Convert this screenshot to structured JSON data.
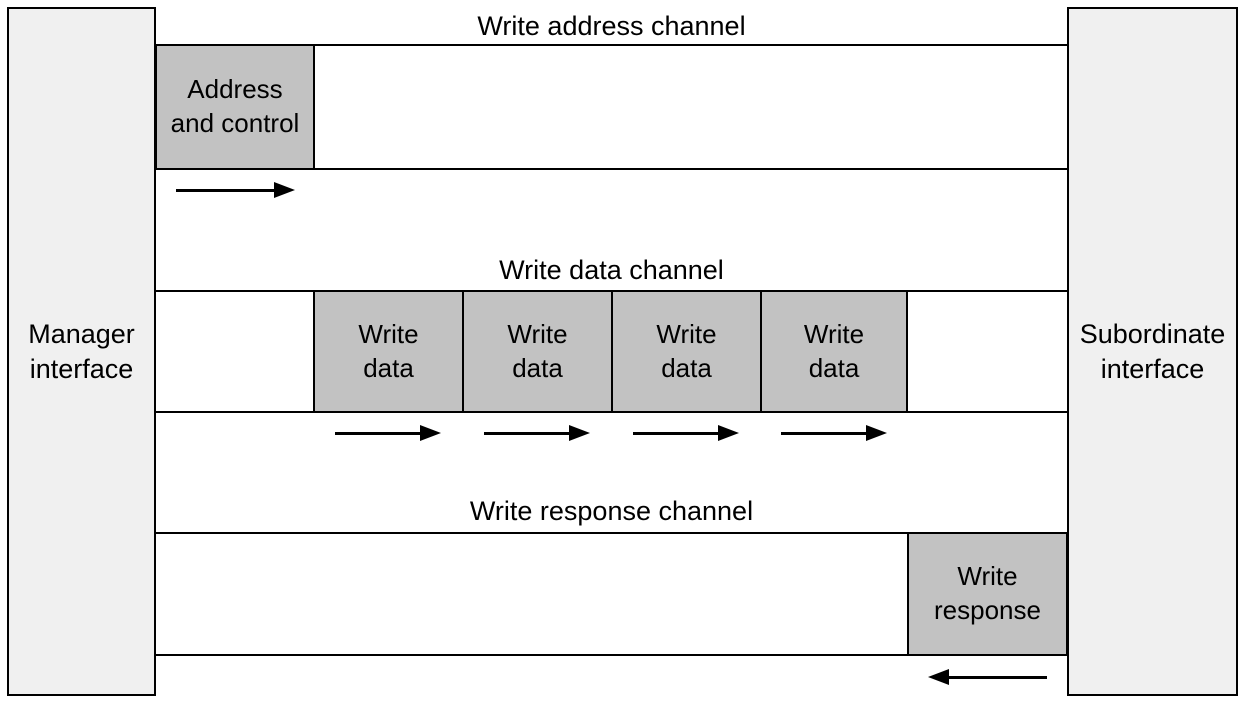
{
  "colors": {
    "background": "#ffffff",
    "channel_box_fill": "#c2c2c2",
    "interface_box_fill": "#f0f0f0",
    "line": "#000000"
  },
  "manager": {
    "lines": [
      "Manager",
      "interface"
    ]
  },
  "subordinate": {
    "lines": [
      "Subordinate",
      "interface"
    ]
  },
  "channels": [
    {
      "title": "Write address channel",
      "direction": "right",
      "boxes": [
        {
          "lines": [
            "Address",
            "and control"
          ]
        }
      ]
    },
    {
      "title": "Write data channel",
      "direction": "right",
      "boxes": [
        {
          "lines": [
            "Write",
            "data"
          ]
        },
        {
          "lines": [
            "Write",
            "data"
          ]
        },
        {
          "lines": [
            "Write",
            "data"
          ]
        },
        {
          "lines": [
            "Write",
            "data"
          ]
        }
      ]
    },
    {
      "title": "Write response channel",
      "direction": "left",
      "boxes": [
        {
          "lines": [
            "Write",
            "response"
          ]
        }
      ]
    }
  ]
}
